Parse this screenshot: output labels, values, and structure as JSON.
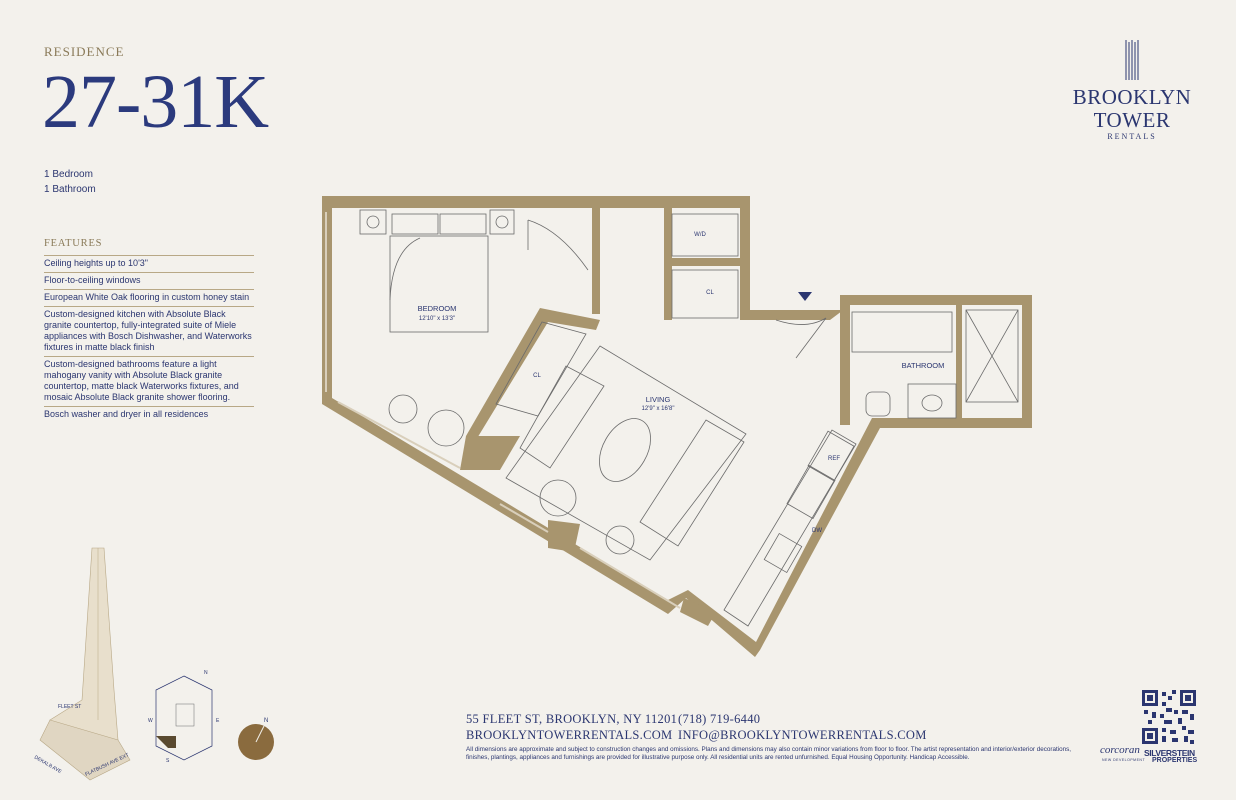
{
  "header": {
    "eyebrow": "RESIDENCE",
    "unit": "27-31K",
    "bedrooms": "1 Bedroom",
    "bathrooms": "1 Bathroom"
  },
  "features": {
    "heading": "FEATURES",
    "items": [
      "Ceiling heights up to 10'3\"",
      "Floor-to-ceiling windows",
      "European White Oak flooring in custom honey stain",
      "Custom-designed kitchen with Absolute Black granite countertop, fully-integrated suite of Miele appliances with Bosch Dishwasher, and Waterworks fixtures in matte black finish",
      "Custom-designed bathrooms feature a light mahogany vanity with Absolute Black granite countertop, matte black Waterworks fixtures, and mosaic Absolute Black granite shower flooring.",
      "Bosch washer and dryer in all residences"
    ]
  },
  "logo": {
    "line1": "BROOKLYN",
    "line2": "TOWER",
    "line3": "RENTALS"
  },
  "floorplan": {
    "bedroom_name": "BEDROOM",
    "bedroom_dims": "12'10\" x 13'3\"",
    "living_name": "LIVING",
    "living_dims": "12'9\" x 16'8\"",
    "bathroom_name": "BATHROOM",
    "wd": "W/D",
    "cl1": "CL",
    "cl2": "CL",
    "ref": "REF",
    "dw": "DW"
  },
  "locator": {
    "street1": "FLEET ST",
    "street2": "DEKALB AVE",
    "street3": "FLATBUSH AVE EXT",
    "n": "N",
    "e": "E",
    "s": "S",
    "w": "W",
    "compass_n": "N"
  },
  "contact": {
    "address": "55 FLEET ST, BROOKLYN, NY 11201",
    "phone": "(718) 719-6440",
    "website": "BROOKLYNTOWERRENTALS.COM",
    "email": "INFO@BROOKLYNTOWERRENTALS.COM"
  },
  "disclaimer": "All dimensions are approximate and subject to construction changes and omissions. Plans and dimensions may also contain minor variations from floor to floor. The artist representation and interior/exterior decorations, finishes, plantings, appliances and furnishings are provided for illustrative purpose only. All residential units are rented unfurnished. Equal Housing Opportunity. Handicap Accessible.",
  "partners": {
    "p1": "corcoran",
    "p1_sub": "NEW DEVELOPMENT",
    "p2a": "SILVERSTEIN",
    "p2b": "PROPERTIES"
  },
  "colors": {
    "navy": "#2b3670",
    "wall": "#a8956e",
    "paper": "#f3f1ec",
    "gold": "#8a7a58"
  },
  "icons": [
    "qr-code-icon",
    "compass-icon",
    "entry-arrow-icon",
    "logo-mark-icon"
  ]
}
